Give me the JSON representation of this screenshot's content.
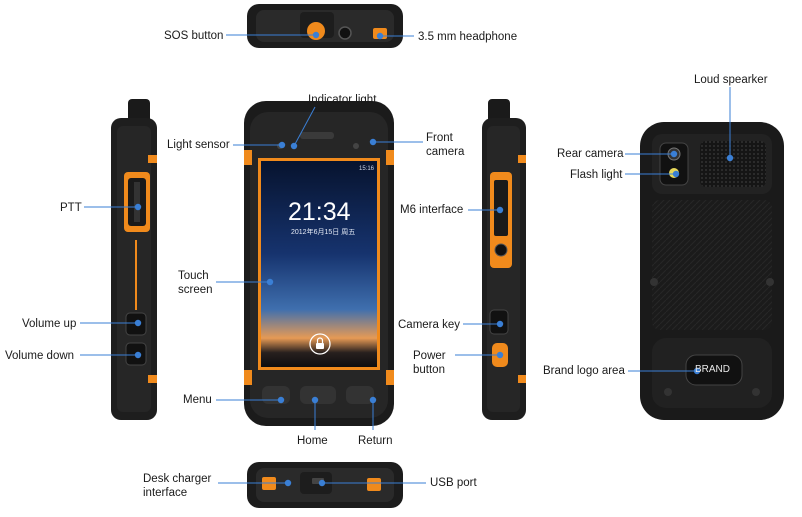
{
  "device": {
    "clock_time": "21:34",
    "clock_date": "2012年6月15日 周五",
    "status_battery": "15:16",
    "brand_text": "BRAND"
  },
  "colors": {
    "body_dark": "#1c1c1c",
    "body_mid": "#2b2b2b",
    "accent_orange": "#f08a1c",
    "marker_blue": "#3a7fd5",
    "line_blue": "#3a7fd5"
  },
  "callouts": {
    "sos_button": "SOS button",
    "headphone": "3.5 mm headphone",
    "ptt": "PTT",
    "volume_up": "Volume up",
    "volume_down": "Volume down",
    "indicator_light": "Indicator light",
    "light_sensor": "Light sensor",
    "front_camera": "Front\ncamera",
    "touch_screen": "Touch\nscreen",
    "menu": "Menu",
    "home": "Home",
    "return": "Return",
    "m6_interface": "M6 interface",
    "camera_key": "Camera key",
    "power_button": "Power\nbutton",
    "loud_speaker": "Loud spearker",
    "rear_camera": "Rear camera",
    "flash_light": "Flash light",
    "brand_logo_area": "Brand logo area",
    "desk_charger": "Desk charger\ninterface",
    "usb_port": "USB port"
  }
}
